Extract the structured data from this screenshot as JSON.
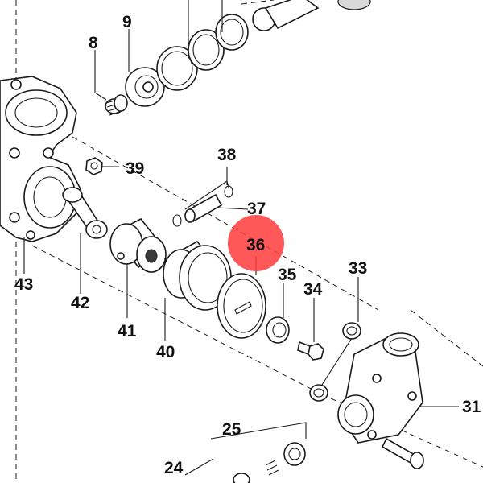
{
  "highlight_color": "#ff3b3b",
  "text_color": "#111111",
  "callouts": {
    "p8": "8",
    "p9": "9",
    "p39": "39",
    "p38": "38",
    "p37": "37",
    "p36": "36",
    "p35": "35",
    "p34": "34",
    "p33": "33",
    "p43": "43",
    "p42": "42",
    "p41": "41",
    "p40": "40",
    "p31": "31",
    "p25": "25",
    "p24": "24"
  },
  "highlighted_part": "36"
}
